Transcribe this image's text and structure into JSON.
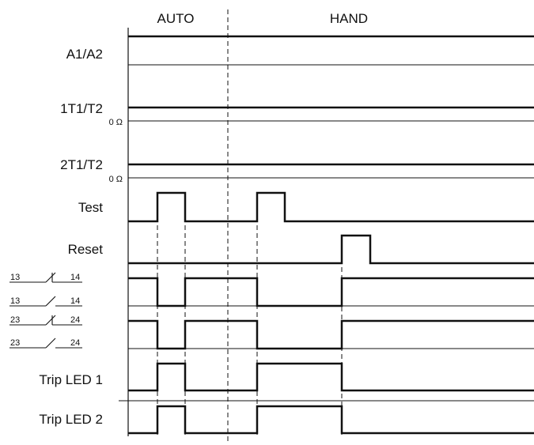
{
  "modes": {
    "auto": "AUTO",
    "hand": "HAND"
  },
  "ohm": "0 Ω",
  "labels": {
    "a1a2": "A1/A2",
    "t1": "1T1/T2",
    "t2": "2T1/T2",
    "test": "Test",
    "reset": "Reset",
    "trip1": "Trip LED 1",
    "trip2": "Trip LED 2"
  },
  "contacts": [
    {
      "left": "13",
      "right": "14",
      "type": "NC"
    },
    {
      "left": "13",
      "right": "14",
      "type": "NO"
    },
    {
      "left": "23",
      "right": "24",
      "type": "NC"
    },
    {
      "left": "23",
      "right": "24",
      "type": "NO"
    }
  ],
  "timeline": {
    "events": [
      "test_auto_start",
      "test_auto_end",
      "mode_switch",
      "test_hand_start",
      "test_hand_end",
      "reset_start",
      "reset_end"
    ],
    "signals": [
      {
        "name": "A1/A2",
        "levels": [
          "1"
        ]
      },
      {
        "name": "1T1/T2",
        "levels": [
          "0 Ω"
        ]
      },
      {
        "name": "2T1/T2",
        "levels": [
          "0 Ω"
        ]
      },
      {
        "name": "Test",
        "levels": [
          "0",
          "1 (AUTO)",
          "0",
          "1 (HAND)",
          "0"
        ]
      },
      {
        "name": "Reset",
        "levels": [
          "0",
          "1 (HAND)",
          "0"
        ]
      },
      {
        "name": "13-14 NC",
        "levels": [
          "1",
          "0",
          "1",
          "0",
          "1"
        ]
      },
      {
        "name": "13-14 NO",
        "levels": [
          "0"
        ]
      },
      {
        "name": "23-24 NC",
        "levels": [
          "1",
          "0",
          "1",
          "0",
          "1"
        ]
      },
      {
        "name": "23-24 NO",
        "levels": [
          "0"
        ]
      },
      {
        "name": "Trip LED 1",
        "levels": [
          "0",
          "1",
          "0",
          "1",
          "0"
        ]
      },
      {
        "name": "Trip LED 2",
        "levels": [
          "0",
          "1",
          "0",
          "1",
          "0"
        ]
      }
    ]
  }
}
